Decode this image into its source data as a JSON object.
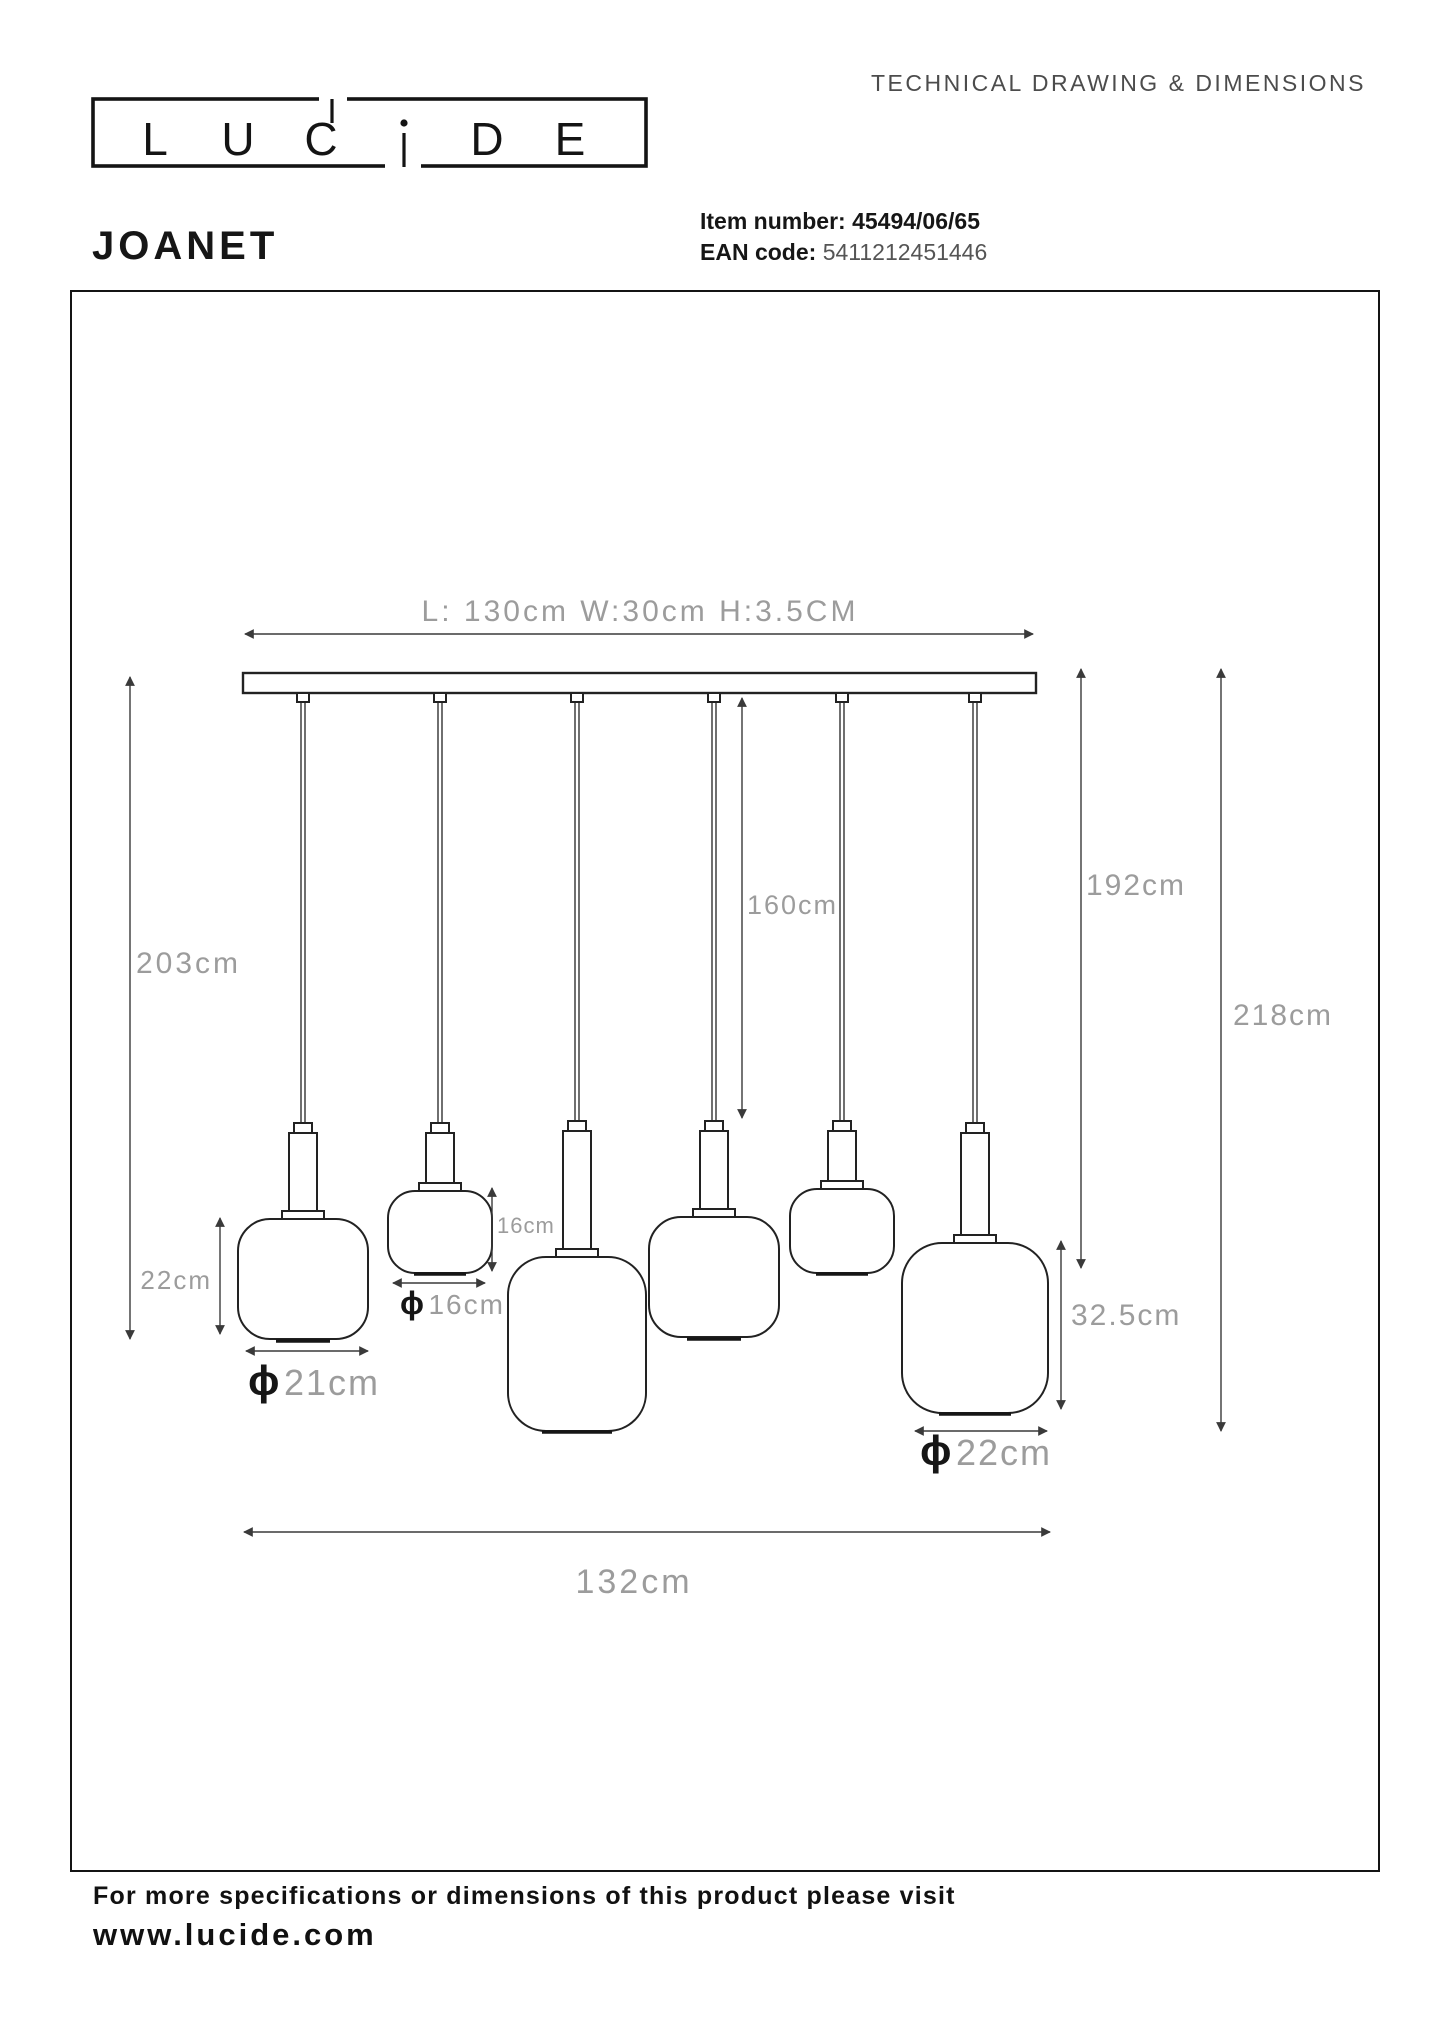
{
  "header": {
    "logo_letters": {
      "l": "L",
      "u": "U",
      "c": "C",
      "d": "D",
      "e": "E"
    },
    "title": "TECHNICAL DRAWING & DIMENSIONS"
  },
  "product": {
    "name": "JOANET",
    "item_label": "Item number:",
    "item_value": "45494/06/65",
    "ean_label": "EAN code:",
    "ean_value": "5411212451446"
  },
  "drawing": {
    "canopy_label": "L: 130cm W:30cm H:3.5CM",
    "phi": "ϕ",
    "dim_drop_left": "203cm",
    "dim_shade1_height": "22cm",
    "dim_shade1_diameter": "21cm",
    "dim_shade2_height": "16cm",
    "dim_shade2_diameter": "16cm",
    "dim_cord_length": "160cm",
    "dim_drop_small_shade": "192cm",
    "dim_shade6_height": "32.5cm",
    "dim_drop_large_shade": "218cm",
    "dim_shade6_diameter": "22cm",
    "dim_total_width": "132cm"
  },
  "footer": {
    "line1": "For more specifications or dimensions of this product please visit",
    "line2": "www.lucide.com"
  },
  "colors": {
    "ink": "#1a1a1a",
    "dim_line": "#3a3a3a",
    "dim_label": "#9c9c9c",
    "muted_title": "#4c4c4c"
  }
}
